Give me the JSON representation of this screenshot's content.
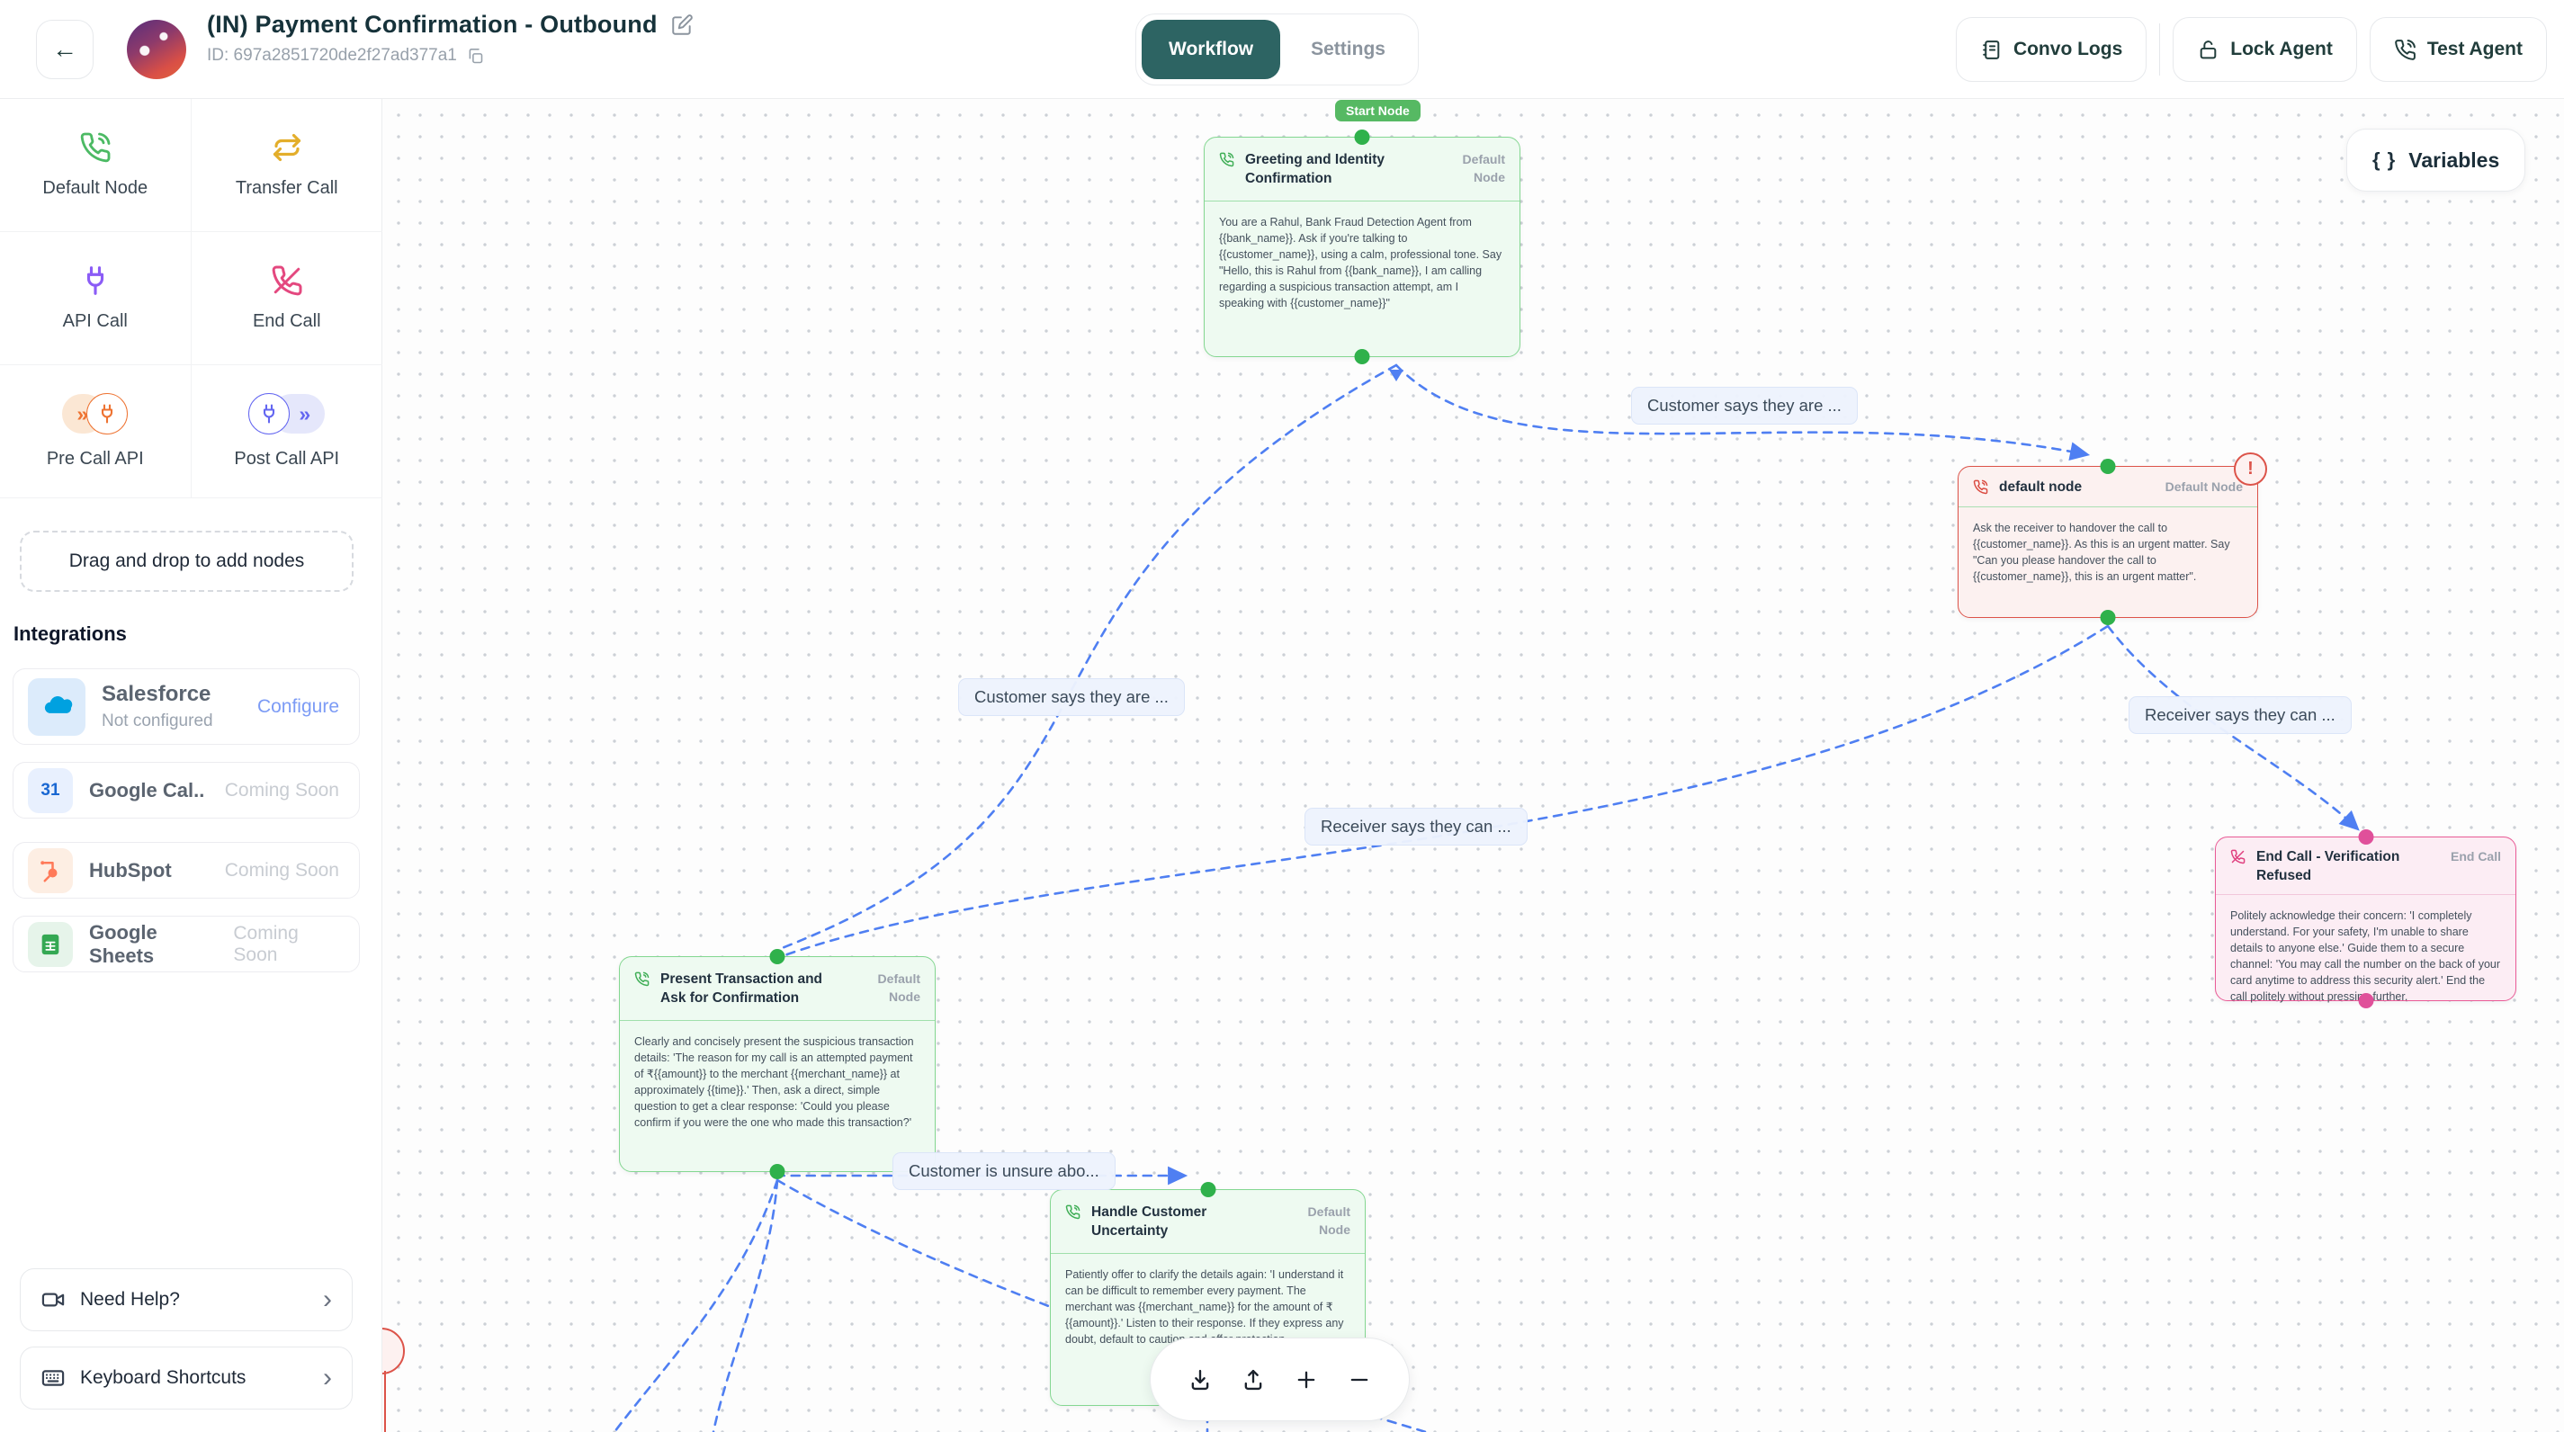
{
  "header": {
    "back_label": "←",
    "title": "(IN) Payment Confirmation - Outbound",
    "agent_id": "ID: 697a2851720de2f27ad377a1",
    "tabs": {
      "workflow": "Workflow",
      "settings": "Settings"
    },
    "buttons": {
      "convo_logs": "Convo Logs",
      "lock_agent": "Lock Agent",
      "test_agent": "Test Agent"
    }
  },
  "sidebar": {
    "palette": [
      {
        "label": "Default Node",
        "icon": "phone-icon",
        "color": "#4cba64"
      },
      {
        "label": "Transfer Call",
        "icon": "transfer-icon",
        "color": "#e3ae2b"
      },
      {
        "label": "API Call",
        "icon": "plug-icon",
        "color": "#8b5cf6"
      },
      {
        "label": "End Call",
        "icon": "phone-slash-icon",
        "color": "#e4487f"
      },
      {
        "label": "Pre Call API",
        "icon": "pre-call-icon",
        "chevrons": "»",
        "color": "#ee7332"
      },
      {
        "label": "Post Call API",
        "icon": "post-call-icon",
        "chevrons": "»",
        "color": "#6366f1"
      }
    ],
    "dragdrop_hint": "Drag and drop to add nodes",
    "integrations_title": "Integrations",
    "integrations": [
      {
        "name": "Salesforce",
        "status": "Not configured",
        "action": "Configure"
      },
      {
        "name": "Google Cal..",
        "status": "Coming Soon"
      },
      {
        "name": "HubSpot",
        "status": "Coming Soon"
      },
      {
        "name": "Google Sheets",
        "status": "Coming Soon"
      },
      {
        "gcal_glyph": "31"
      }
    ],
    "need_help": "Need Help?",
    "keyboard_shortcuts": "Keyboard Shortcuts"
  },
  "canvas": {
    "variables_button": {
      "icon": "{ }",
      "label": "Variables"
    },
    "start_badge": "Start Node",
    "nodes": {
      "greeting": {
        "title": "Greeting and Identity Confirmation",
        "type": "Default Node",
        "body": "You are a Rahul, Bank Fraud Detection Agent from {{bank_name}}. Ask if you're talking to {{customer_name}}, using a calm, professional tone. Say \"Hello, this is Rahul from {{bank_name}}, I am calling regarding a suspicious transaction attempt, am I speaking with {{customer_name}}\""
      },
      "default_node": {
        "title": "default node",
        "type": "Default Node",
        "alert": "!",
        "body": "Ask the receiver to handover the call to {{customer_name}}. As this is an urgent matter. Say \"Can you please handover the call to {{customer_name}}, this is an urgent matter\"."
      },
      "end_call": {
        "title": "End Call - Verification Refused",
        "type": "End Call",
        "body": "Politely acknowledge their concern: 'I completely understand. For your safety, I'm unable to share details to anyone else.' Guide them to a secure channel: 'You may call the number on the back of your card anytime to address this security alert.' End the call politely without pressing further."
      },
      "present": {
        "title": "Present Transaction and Ask for Confirmation",
        "type": "Default Node",
        "body": "Clearly and concisely present the suspicious transaction details: 'The reason for my call is an attempted payment of ₹{{amount}} to the merchant {{merchant_name}} at approximately {{time}}.' Then, ask a direct, simple question to get a clear response: 'Could you please confirm if you were the one who made this transaction?'"
      },
      "handle_uncertainty": {
        "title": "Handle Customer Uncertainty",
        "type": "Default Node",
        "body": "Patiently offer to clarify the details again: 'I understand it can be difficult to remember every payment. The merchant was {{merchant_name}} for the amount of ₹{{amount}}.' Listen to their response. If they express any doubt, default to caution and offer protection."
      }
    },
    "edge_labels": [
      {
        "text": "Customer says they are ..."
      },
      {
        "text": "Customer says they are ..."
      },
      {
        "text": "Receiver says they can ..."
      },
      {
        "text": "Receiver says they can ..."
      },
      {
        "text": "Customer is unsure abo..."
      }
    ],
    "toolbar_icons": [
      "download",
      "upload",
      "zoom-in",
      "zoom-out"
    ],
    "colors": {
      "edge": "#4f7ff2",
      "node_green": "#84d791",
      "node_red": "#dc5349",
      "node_pink": "#e95b96",
      "handle_green": "#2fb14b",
      "handle_pink": "#e0509a",
      "start_badge": "#56b963",
      "active_tab": "#2d6463"
    }
  }
}
